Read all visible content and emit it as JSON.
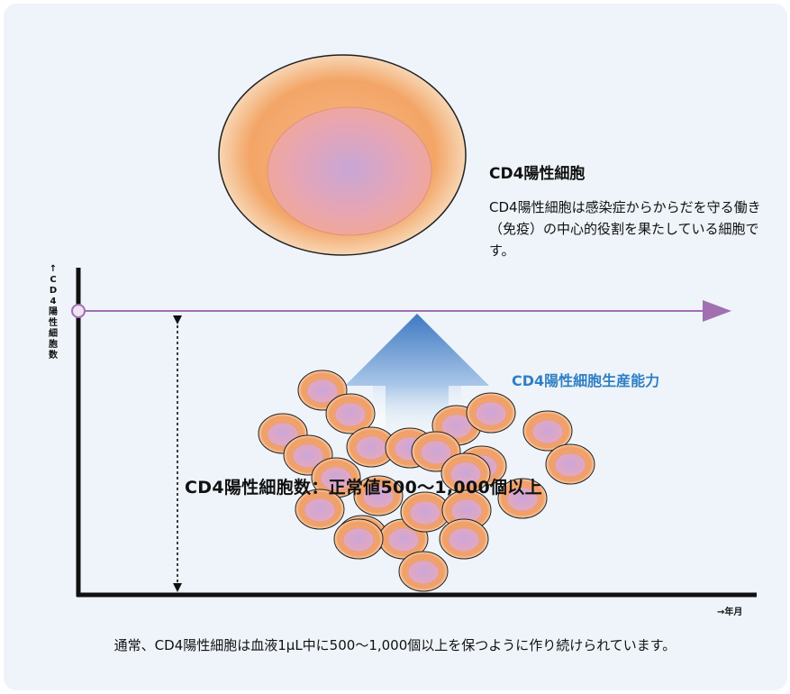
{
  "cell": {
    "title": "CD4陽性細胞",
    "description": "CD4陽性細胞は感染症からからだを守る働き（免疫）の中心的役割を果たしている細胞です。"
  },
  "production_label": "CD4陽性細胞生産能力",
  "normal_value_label": "CD4陽性細胞数：正常値500〜1,000個以上",
  "axes": {
    "y_label": "↑CD4陽性細胞数",
    "x_label": "→年月"
  },
  "footnote": "通常、CD4陽性細胞は血液1μL中に500〜1,000個以上を保つように作り続けられています。",
  "colors": {
    "panel_bg": "#eef4f9",
    "line_purple": "#a070b0",
    "label_blue": "#2f7fc4",
    "cell_outer": "#f4a86a",
    "cell_inner": "#c89ccb"
  }
}
